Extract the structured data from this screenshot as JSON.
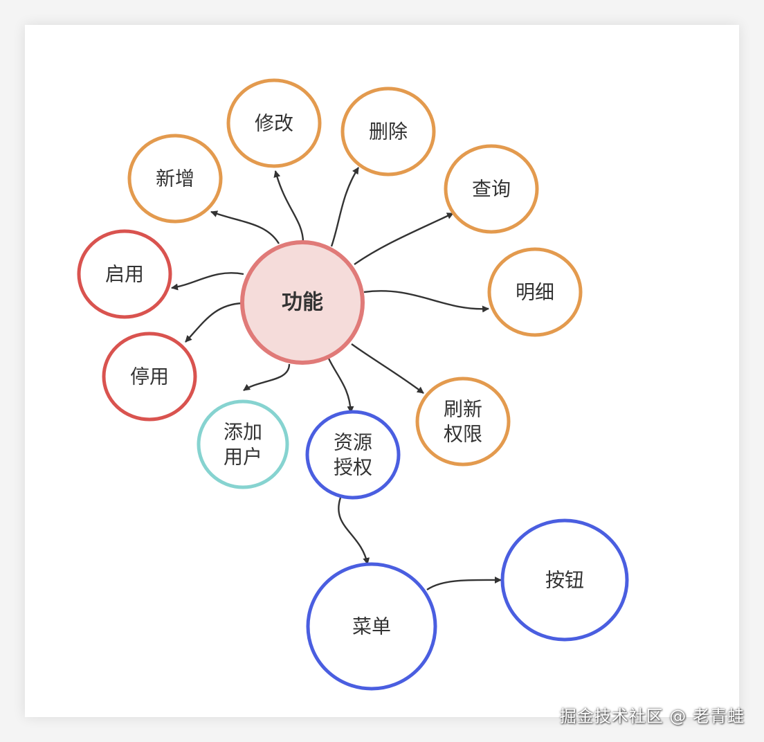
{
  "diagram": {
    "root": {
      "id": "gongneng",
      "label": "功能",
      "color": "#e07a78",
      "fill": "#f5dcda"
    },
    "nodes": [
      {
        "id": "xinzeng",
        "lines": [
          "新增"
        ],
        "color": "#e39a4e"
      },
      {
        "id": "xiugai",
        "lines": [
          "修改"
        ],
        "color": "#e39a4e"
      },
      {
        "id": "shanchu",
        "lines": [
          "删除"
        ],
        "color": "#e39a4e"
      },
      {
        "id": "chaxun",
        "lines": [
          "查询"
        ],
        "color": "#e39a4e"
      },
      {
        "id": "mingxi",
        "lines": [
          "明细"
        ],
        "color": "#e39a4e"
      },
      {
        "id": "shuaxin",
        "lines": [
          "刷新",
          "权限"
        ],
        "color": "#e39a4e"
      },
      {
        "id": "qiyong",
        "lines": [
          "启用"
        ],
        "color": "#d9534f"
      },
      {
        "id": "tingyong",
        "lines": [
          "停用"
        ],
        "color": "#d9534f"
      },
      {
        "id": "tianjia",
        "lines": [
          "添加",
          "用户"
        ],
        "color": "#86d3d0"
      },
      {
        "id": "ziyuan",
        "lines": [
          "资源",
          "授权"
        ],
        "color": "#4a5ee0"
      },
      {
        "id": "caidan",
        "lines": [
          "菜单"
        ],
        "color": "#4a5ee0"
      },
      {
        "id": "anniu",
        "lines": [
          "按钮"
        ],
        "color": "#4a5ee0"
      }
    ],
    "edges": [
      {
        "from": "gongneng",
        "to": "xinzeng"
      },
      {
        "from": "gongneng",
        "to": "xiugai"
      },
      {
        "from": "gongneng",
        "to": "shanchu"
      },
      {
        "from": "gongneng",
        "to": "chaxun"
      },
      {
        "from": "gongneng",
        "to": "mingxi"
      },
      {
        "from": "gongneng",
        "to": "shuaxin"
      },
      {
        "from": "gongneng",
        "to": "qiyong"
      },
      {
        "from": "gongneng",
        "to": "tingyong"
      },
      {
        "from": "gongneng",
        "to": "tianjia"
      },
      {
        "from": "gongneng",
        "to": "ziyuan"
      },
      {
        "from": "ziyuan",
        "to": "caidan"
      },
      {
        "from": "caidan",
        "to": "anniu"
      }
    ]
  },
  "watermark": "掘金技术社区 @ 老青蛙"
}
